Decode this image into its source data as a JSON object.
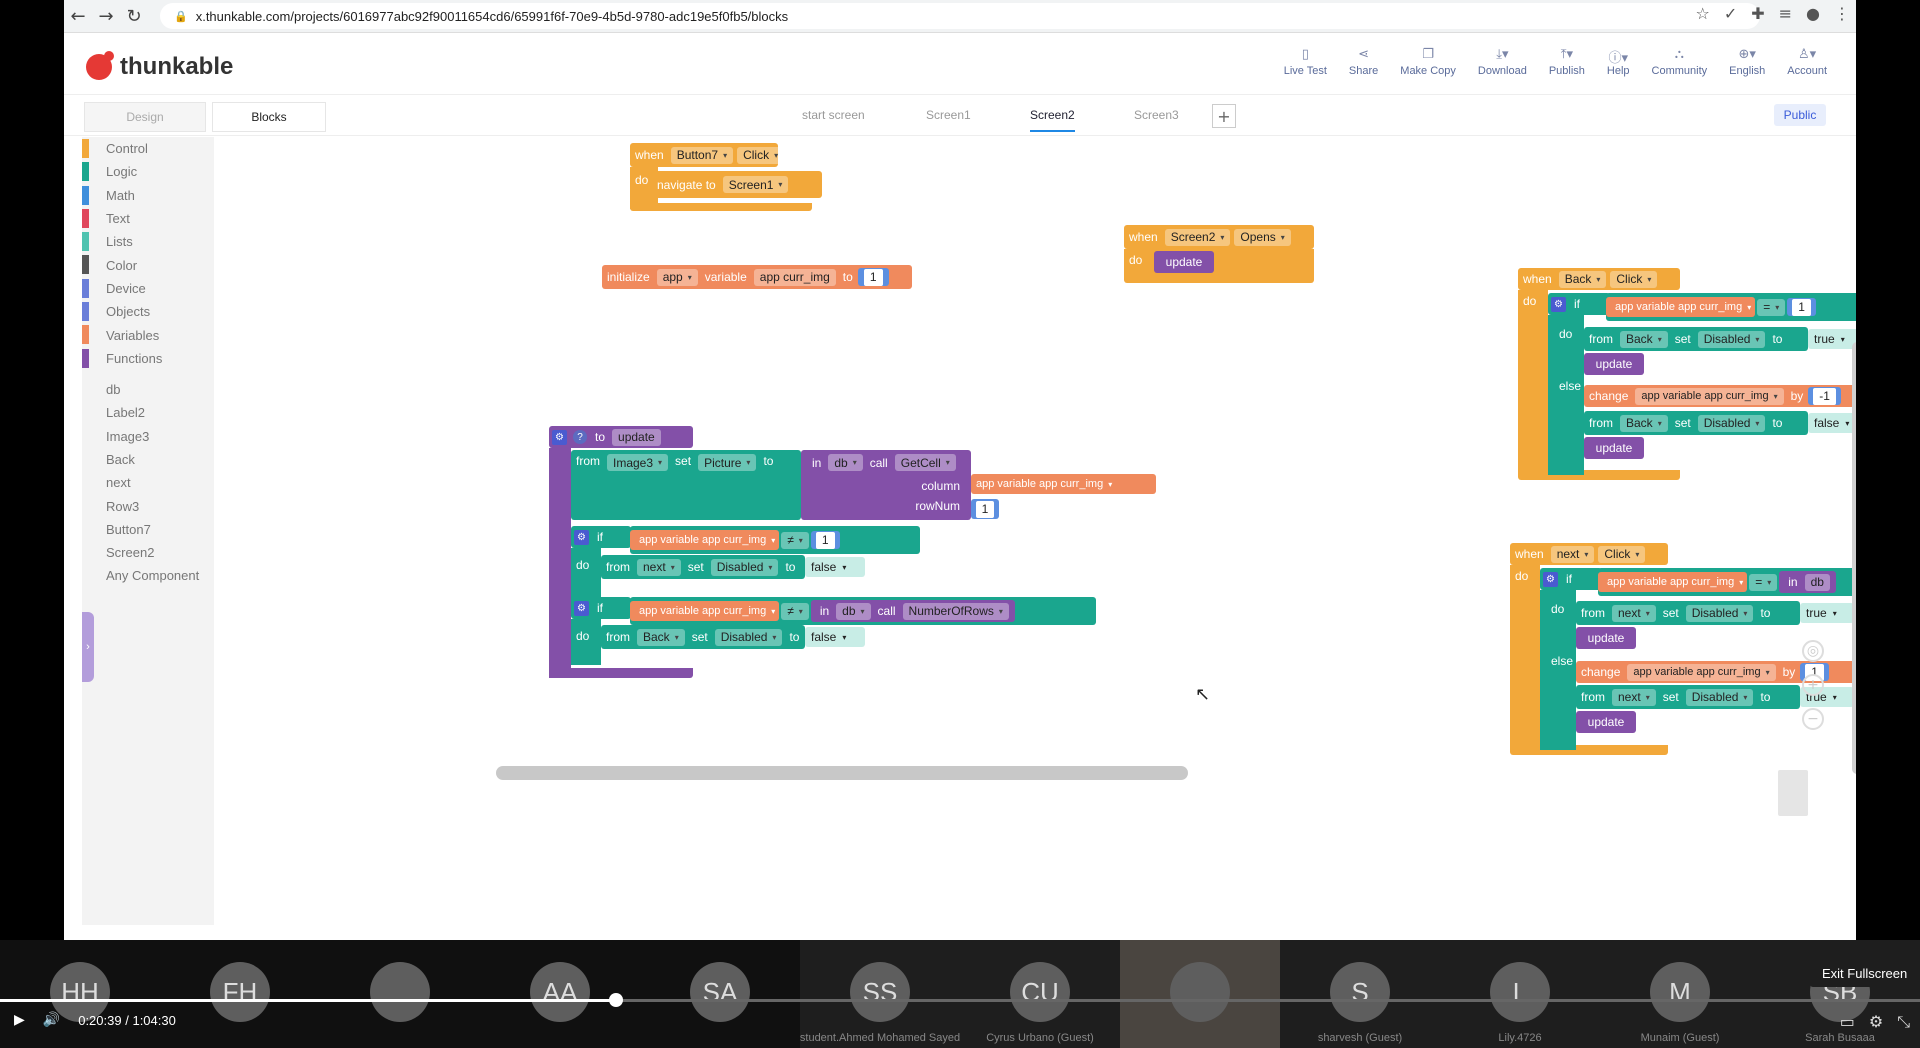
{
  "browser": {
    "url": "x.thunkable.com/projects/6016977abc92f90011654cd6/65991f6f-70e9-4b5d-9780-adc19e5f0fb5/blocks"
  },
  "header": {
    "logo_text": "thunkable",
    "actions": [
      "Live Test",
      "Share",
      "Make Copy",
      "Download",
      "Publish",
      "Help",
      "Community",
      "English",
      "Account"
    ]
  },
  "tabs": {
    "design": "Design",
    "blocks": "Blocks",
    "screens": [
      "start screen",
      "Screen1",
      "Screen2",
      "Screen3"
    ],
    "active_screen": "Screen2",
    "add": "+",
    "public": "Public"
  },
  "toolbox": {
    "categories": [
      {
        "label": "Control",
        "color": "#f2a83a"
      },
      {
        "label": "Logic",
        "color": "#1aa68e"
      },
      {
        "label": "Math",
        "color": "#3f8fdc"
      },
      {
        "label": "Text",
        "color": "#e0475c"
      },
      {
        "label": "Lists",
        "color": "#4fc3b0"
      },
      {
        "label": "Color",
        "color": "#555555"
      },
      {
        "label": "Device",
        "color": "#6a7ed9"
      },
      {
        "label": "Objects",
        "color": "#6a7ed9"
      },
      {
        "label": "Variables",
        "color": "#f08a5d"
      },
      {
        "label": "Functions",
        "color": "#8350a8"
      }
    ],
    "components": [
      "db",
      "Label2",
      "Image3",
      "Back",
      "next",
      "Row3",
      "Button7",
      "Screen2",
      "Any Component"
    ]
  },
  "blocks": {
    "when": "when",
    "do": "do",
    "if": "if",
    "else": "else",
    "to": "to",
    "from": "from",
    "set": "set",
    "in": "in",
    "call": "call",
    "change": "change",
    "by": "by",
    "navigate_to": "navigate to",
    "initialize": "initialize",
    "variable": "variable",
    "column": "column",
    "rownum": "rowNum",
    "update": "update",
    "click": "Click",
    "opens": "Opens",
    "app": "app",
    "button7": "Button7",
    "screen1": "Screen1",
    "screen2": "Screen2",
    "back": "Back",
    "next": "next",
    "image3": "Image3",
    "picture": "Picture",
    "db": "db",
    "getcell": "GetCell",
    "numberofrows": "NumberOfRows",
    "disabled": "Disabled",
    "true": "true",
    "false": "false",
    "curr_img": "app variable app curr_img",
    "curr_img_name": "app curr_img",
    "one": "1",
    "neg_one": "-1",
    "neq": "≠",
    "eq": "="
  },
  "video": {
    "participants": [
      {
        "initials": "HH",
        "name": ""
      },
      {
        "initials": "FH",
        "name": ""
      },
      {
        "initials": "",
        "name": ""
      },
      {
        "initials": "AA",
        "name": ""
      },
      {
        "initials": "SA",
        "name": ""
      },
      {
        "initials": "SS",
        "name": "student.Ahmed Mohamed Sayed"
      },
      {
        "initials": "CU",
        "name": "Cyrus Urbano (Guest)"
      },
      {
        "initials": "",
        "name": ""
      },
      {
        "initials": "S",
        "name": "sharvesh (Guest)"
      },
      {
        "initials": "L",
        "name": "Lily.4726"
      },
      {
        "initials": "M",
        "name": "Munaim (Guest)"
      },
      {
        "initials": "SB",
        "name": "Sarah Busaaa"
      }
    ],
    "time_current": "0:20:39",
    "time_sep": "/",
    "time_total": "1:04:30",
    "exit_tooltip": "Exit Fullscreen",
    "progress": 0.321
  }
}
